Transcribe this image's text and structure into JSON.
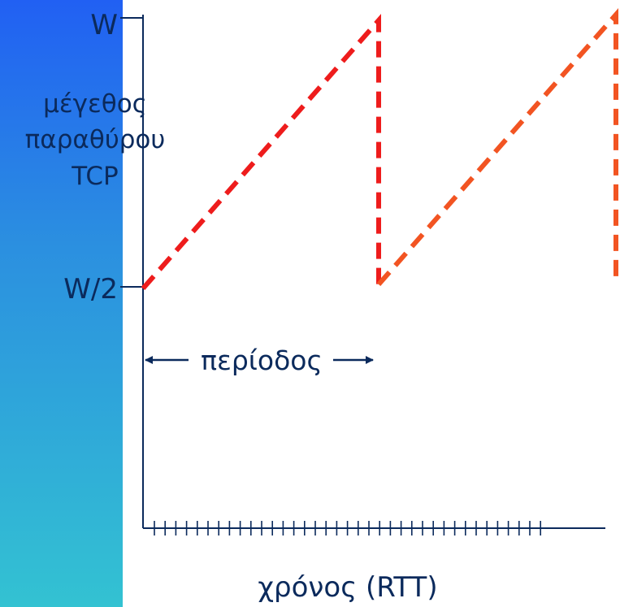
{
  "labels": {
    "w_top": "W",
    "w_half": "W/2",
    "ylabel_line1": "μέγεθος",
    "ylabel_line2": "παραθύρου",
    "ylabel_line3": "TCP",
    "period": "περίοδος",
    "xlabel": "χρόνος (RTT)"
  },
  "colors": {
    "axis": "#0b2a5c",
    "sawtooth_first": "#ee1c1c",
    "sawtooth_second": "#f25422",
    "gradient_top": "#2160f3",
    "gradient_bottom": "#33c2d2"
  }
}
